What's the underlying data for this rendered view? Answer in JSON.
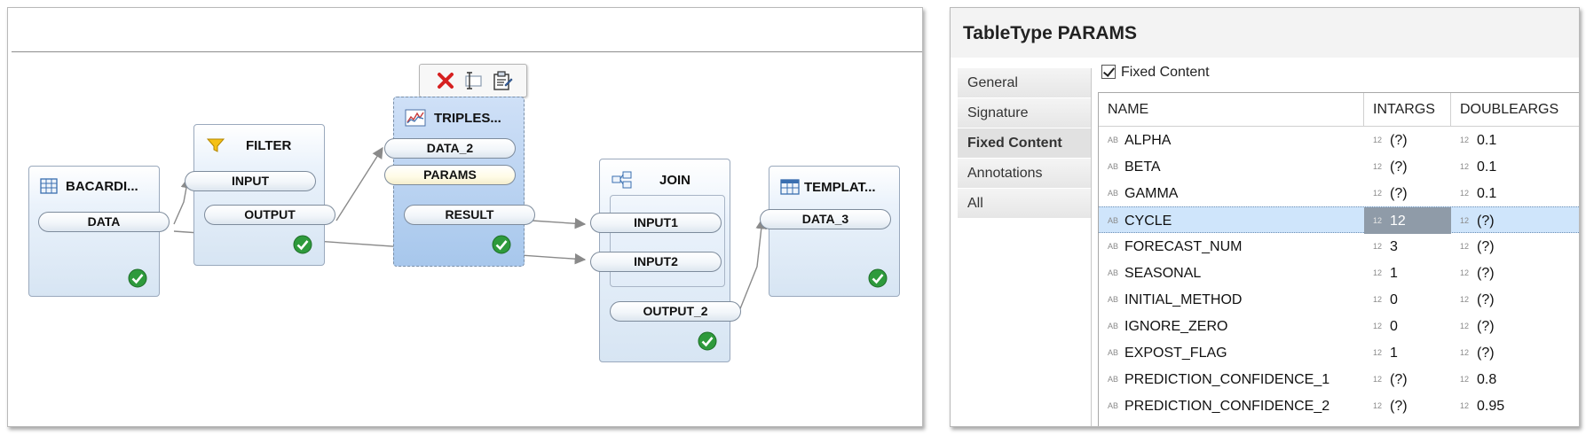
{
  "flow": {
    "nodes": {
      "bacardi": {
        "title": "BACARDI...",
        "ports": [
          "DATA"
        ]
      },
      "filter": {
        "title": "FILTER",
        "ports": [
          "INPUT",
          "OUTPUT"
        ]
      },
      "triples": {
        "title": "TRIPLES...",
        "ports": [
          "DATA_2",
          "PARAMS",
          "RESULT"
        ]
      },
      "join": {
        "title": "JOIN",
        "ports": [
          "INPUT1",
          "INPUT2",
          "OUTPUT_2"
        ]
      },
      "templat": {
        "title": "TEMPLAT...",
        "ports": [
          "DATA_3"
        ]
      }
    },
    "toolbar": [
      "delete-icon",
      "rename-icon",
      "properties-icon"
    ],
    "status_icon": "check-circle-icon"
  },
  "tabletype": {
    "title": "TableType PARAMS",
    "tabs": [
      "General",
      "Signature",
      "Fixed Content",
      "Annotations",
      "All"
    ],
    "active_tab": "Fixed Content",
    "fixed_content_label": "Fixed Content",
    "fixed_content_checked": true,
    "columns": [
      "NAME",
      "INTARGS",
      "DOUBLEARGS"
    ],
    "type_tags": {
      "name": "AB",
      "number": "12"
    },
    "rows": [
      {
        "name": "ALPHA",
        "intargs": "(?)",
        "doubleargs": "0.1"
      },
      {
        "name": "BETA",
        "intargs": "(?)",
        "doubleargs": "0.1"
      },
      {
        "name": "GAMMA",
        "intargs": "(?)",
        "doubleargs": "0.1"
      },
      {
        "name": "CYCLE",
        "intargs": "12",
        "doubleargs": "(?)"
      },
      {
        "name": "FORECAST_NUM",
        "intargs": "3",
        "doubleargs": "(?)"
      },
      {
        "name": "SEASONAL",
        "intargs": "1",
        "doubleargs": "(?)"
      },
      {
        "name": "INITIAL_METHOD",
        "intargs": "0",
        "doubleargs": "(?)"
      },
      {
        "name": "IGNORE_ZERO",
        "intargs": "0",
        "doubleargs": "(?)"
      },
      {
        "name": "EXPOST_FLAG",
        "intargs": "1",
        "doubleargs": "(?)"
      },
      {
        "name": "PREDICTION_CONFIDENCE_1",
        "intargs": "(?)",
        "doubleargs": "0.8"
      },
      {
        "name": "PREDICTION_CONFIDENCE_2",
        "intargs": "(?)",
        "doubleargs": "0.95"
      }
    ],
    "selected_row": "CYCLE"
  },
  "colors": {
    "node_fill": "#d7e5f3",
    "selected_node": "#a7c7ec",
    "row_selected": "#cfe5fb",
    "check_green": "#2e9a3c",
    "delete_red": "#d62020"
  }
}
